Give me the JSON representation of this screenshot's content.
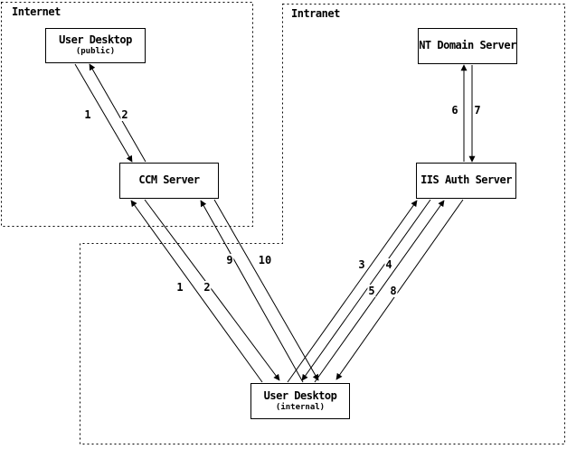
{
  "colors": {
    "foreground": "#000000",
    "background": "#ffffff"
  },
  "zones": {
    "internet": {
      "label": "Internet"
    },
    "intranet": {
      "label": "Intranet"
    }
  },
  "nodes": {
    "ud_public": {
      "title": "User Desktop",
      "subtitle": "(public)"
    },
    "nt_domain": {
      "title": "NT Domain Server"
    },
    "ccm": {
      "title": "CCM Server"
    },
    "iis": {
      "title": "IIS Auth Server"
    },
    "ud_internal": {
      "title": "User Desktop",
      "subtitle": "(internal)"
    }
  },
  "edge_labels": {
    "pub_to_ccm": "1",
    "ccm_to_pub": "2",
    "int_to_ccm": "1",
    "ccm_to_int": "2",
    "int_to_ccm2": "9",
    "ccm_to_int2": "10",
    "int_to_iis": "3",
    "iis_to_int": "4",
    "int_to_iis2": "5",
    "iis_to_int2": "8",
    "iis_to_nt": "6",
    "nt_to_iis": "7"
  }
}
